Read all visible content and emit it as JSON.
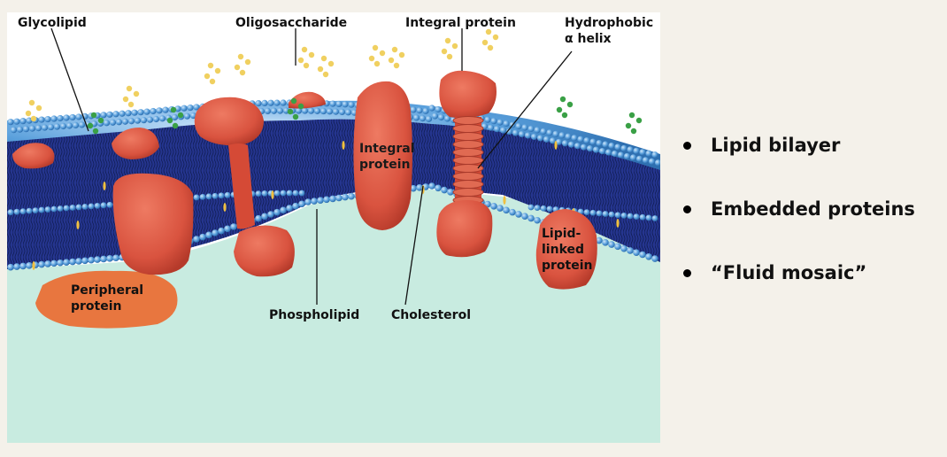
{
  "figure": {
    "labels": {
      "glycolipid": "Glycolipid",
      "oligosaccharide": "Oligosaccharide",
      "integral_protein_top": "Integral protein",
      "hydrophobic_1": "Hydrophobic",
      "hydrophobic_2": "α helix",
      "integral_inner_1": "Integral",
      "integral_inner_2": "protein",
      "lipid_linked_1": "Lipid-",
      "lipid_linked_2": "linked",
      "lipid_linked_3": "protein",
      "peripheral_1": "Peripheral",
      "peripheral_2": "protein",
      "phospholipid": "Phospholipid",
      "cholesterol": "Cholesterol"
    },
    "colors": {
      "cytoplasm": "#c8ebe0",
      "bilayer_core": "#25358f",
      "head_group": "#5aa0dc",
      "protein": "#d9533f",
      "peripheral_protein": "#e8763f",
      "sugar_yellow": "#f0d060",
      "sugar_green": "#3aa046",
      "cholesterol": "#f0c040"
    }
  },
  "bullets": [
    {
      "text": "Lipid bilayer"
    },
    {
      "text": "Embedded proteins"
    },
    {
      "text": "“Fluid mosaic”"
    }
  ]
}
